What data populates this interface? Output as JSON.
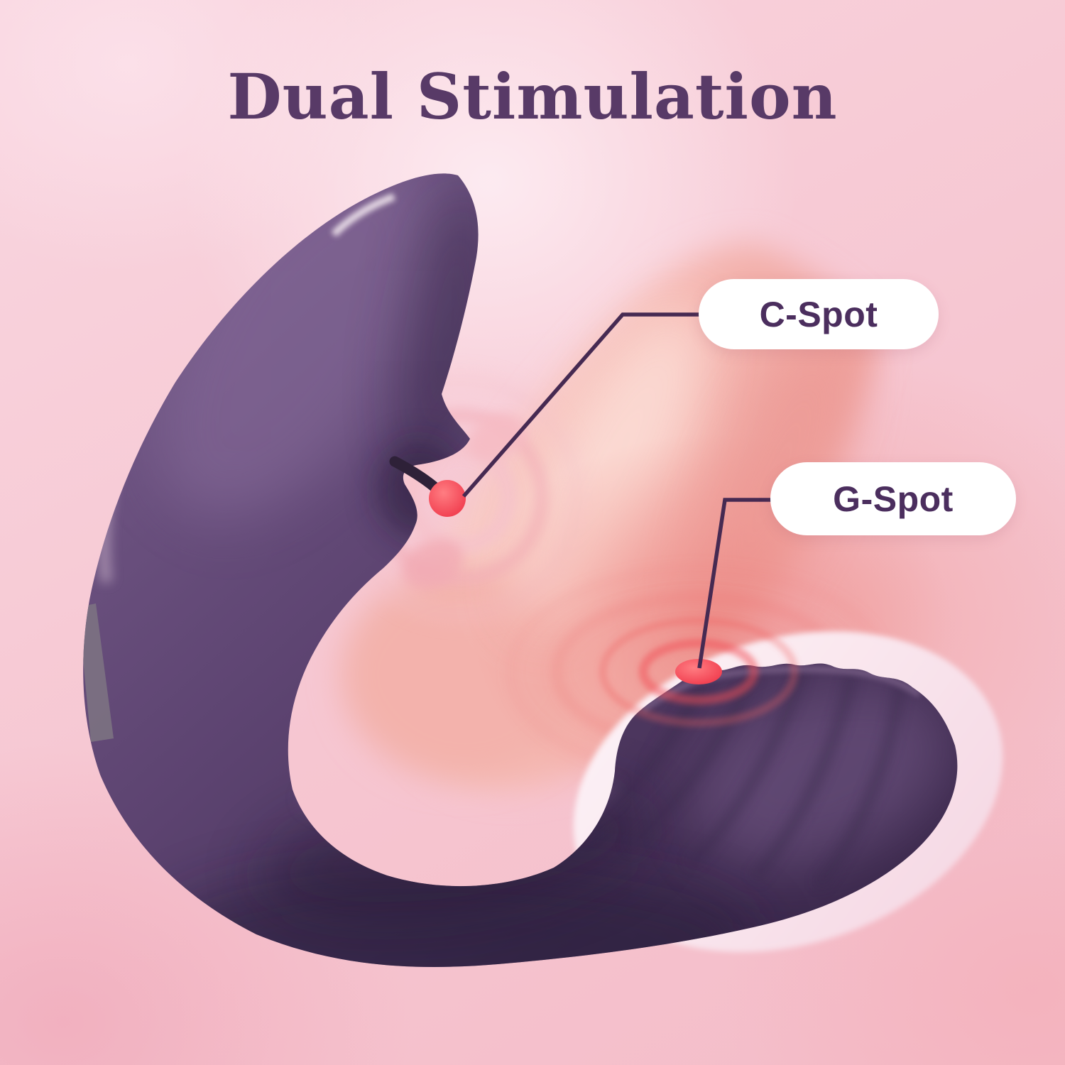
{
  "title": {
    "text": "Dual Stimulation",
    "color": "#583a67"
  },
  "callouts": {
    "c_spot": {
      "label": "C-Spot"
    },
    "g_spot": {
      "label": "G-Spot"
    }
  },
  "colors": {
    "title_color": "#583a67",
    "label_text": "#4b2e5e",
    "pill_background": "#ffffff",
    "connector": "#462a52",
    "device_purple": "#533b66",
    "device_purple_dark": "#342345",
    "device_purple_light": "#7a5f8e",
    "accent_red": "#f2404d",
    "skin_pink": "#f2aba5",
    "background_pink": "#f6c6d1",
    "highlight_crescent": "#fbeef4"
  }
}
